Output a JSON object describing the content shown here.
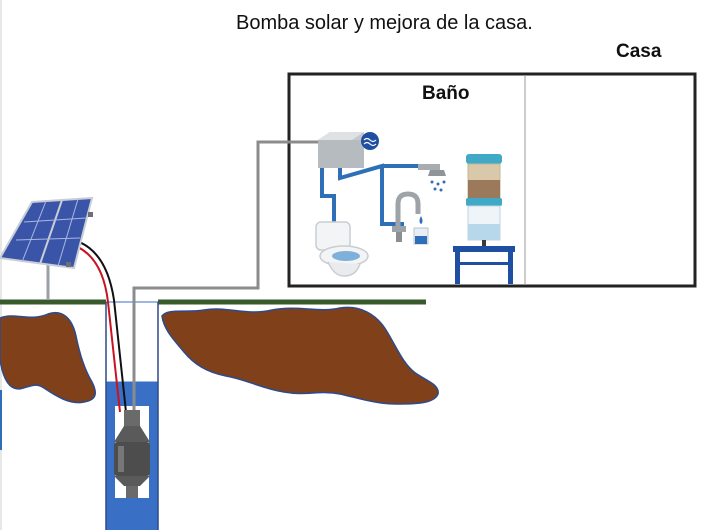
{
  "diagram": {
    "title": "Bomba solar y mejora de la casa.",
    "house_label": "Casa",
    "bathroom_label": "Baño"
  },
  "colors": {
    "soil": "#80401a",
    "soil_edge": "#2e4a8c",
    "well_water": "#3a6fc6",
    "ground_line": "#3b5a2b",
    "pipe_gray": "#8c8c8c",
    "water_line": "#2f6fb7",
    "house_border": "#222222",
    "solar_panel": "#3a55a8",
    "cable_red": "#c8141e",
    "cable_black": "#111111",
    "pump_body": "#5a5a5a",
    "stand_blue": "#1f4fa3"
  },
  "icons": [
    "solar-panel-icon",
    "submersible-pump-icon",
    "water-tank-icon",
    "shower-head-icon",
    "faucet-icon",
    "toilet-icon",
    "water-filter-icon"
  ]
}
